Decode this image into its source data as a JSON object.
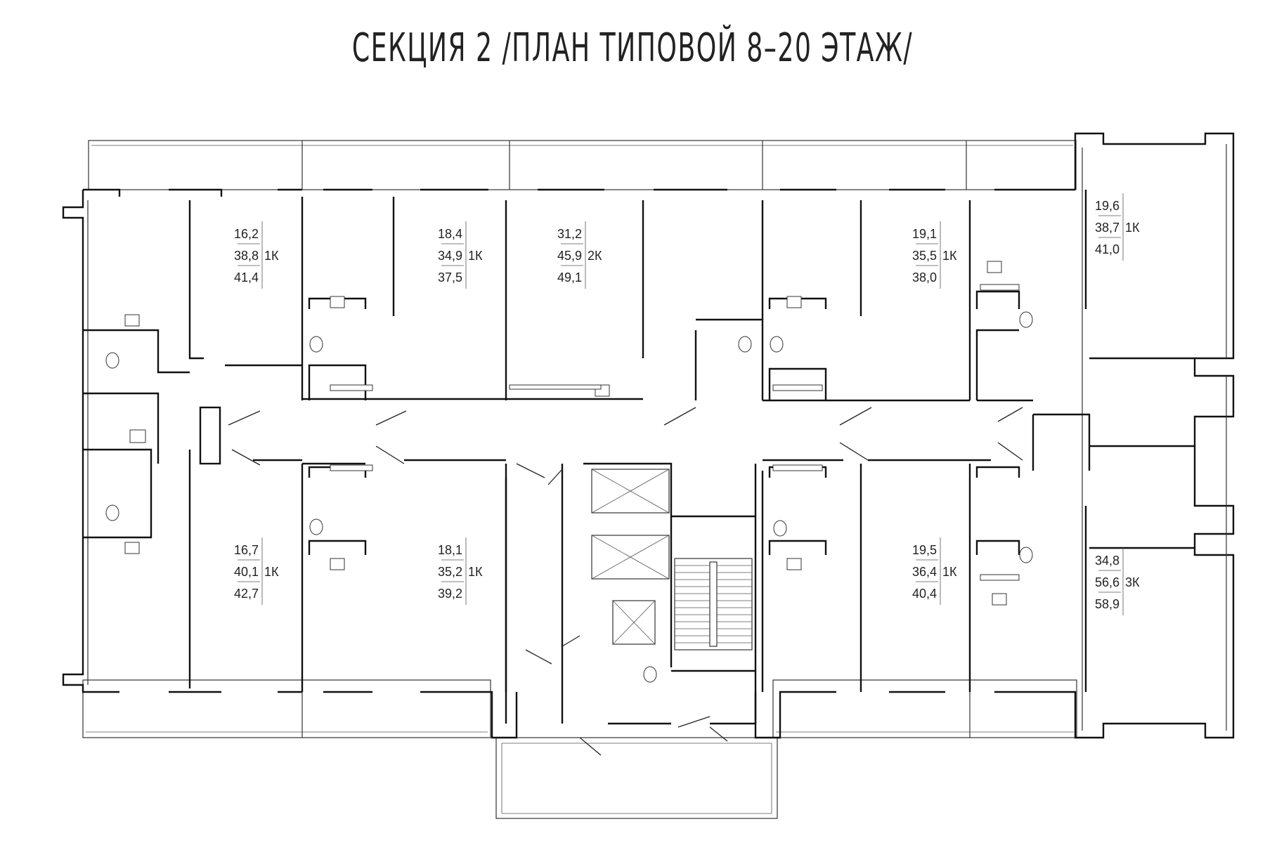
{
  "title": "СЕКЦИЯ 2 /ПЛАН ТИПОВОЙ 8–20 ЭТАЖ/",
  "colors": {
    "line": "#111111",
    "background": "#ffffff"
  },
  "apartments": [
    {
      "id": "apt-1",
      "living": "16,2",
      "total": "38,8",
      "gross": "41,4",
      "rooms": "1К"
    },
    {
      "id": "apt-2",
      "living": "18,4",
      "total": "34,9",
      "gross": "37,5",
      "rooms": "1К"
    },
    {
      "id": "apt-3",
      "living": "31,2",
      "total": "45,9",
      "gross": "49,1",
      "rooms": "2К"
    },
    {
      "id": "apt-4",
      "living": "19,1",
      "total": "35,5",
      "gross": "38,0",
      "rooms": "1К"
    },
    {
      "id": "apt-5",
      "living": "19,6",
      "total": "38,7",
      "gross": "41,0",
      "rooms": "1К"
    },
    {
      "id": "apt-6",
      "living": "16,7",
      "total": "40,1",
      "gross": "42,7",
      "rooms": "1К"
    },
    {
      "id": "apt-7",
      "living": "18,1",
      "total": "35,2",
      "gross": "39,2",
      "rooms": "1К"
    },
    {
      "id": "apt-8",
      "living": "19,5",
      "total": "36,4",
      "gross": "40,4",
      "rooms": "1К"
    },
    {
      "id": "apt-9",
      "living": "34,8",
      "total": "56,6",
      "gross": "58,9",
      "rooms": "3К"
    }
  ]
}
